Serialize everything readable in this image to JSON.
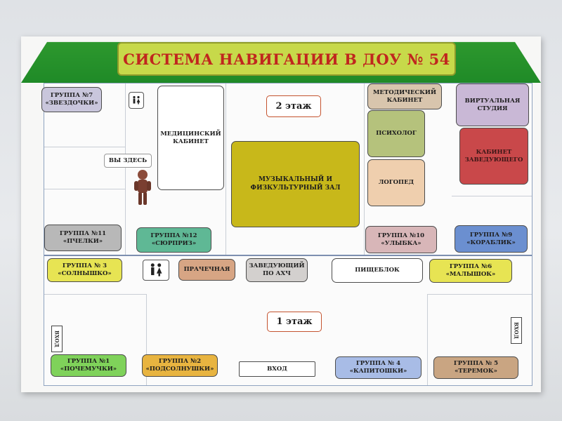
{
  "title": "СИСТЕМА НАВИГАЦИИ В ДОУ № 54",
  "floor2": {
    "label": "2 этаж",
    "you_are_here": "ВЫ ЗДЕСЬ",
    "rooms": [
      {
        "id": "g7",
        "label": "ГРУППА №7\n«ЗВЕЗДОЧКИ»",
        "color": "#c9c6dc"
      },
      {
        "id": "med",
        "label": "МЕДИЦИНСКИЙ\nКАБИНЕТ",
        "color": "#ffffff"
      },
      {
        "id": "music",
        "label": "МУЗЫКАЛЬНЫЙ И\nФИЗКУЛЬТУРНЫЙ ЗАЛ",
        "color": "#c8b81a"
      },
      {
        "id": "method",
        "label": "МЕТОДИЧЕСКИЙ\nКАБИНЕТ",
        "color": "#d8c5ad"
      },
      {
        "id": "virtual",
        "label": "ВИРТУАЛЬНАЯ\nСТУДИЯ",
        "color": "#c9b8d6"
      },
      {
        "id": "psych",
        "label": "ПСИХОЛОГ",
        "color": "#b5c27c"
      },
      {
        "id": "head",
        "label": "КАБИНЕТ\nЗАВЕДУЮЩЕГО",
        "color": "#c9484a"
      },
      {
        "id": "logo",
        "label": "ЛОГОПЕД",
        "color": "#efcfae"
      },
      {
        "id": "g11",
        "label": "ГРУППА №11\n«ПЧЕЛКИ»",
        "color": "#b8b8b8"
      },
      {
        "id": "g12",
        "label": "ГРУППА №12\n«СЮРПРИЗ»",
        "color": "#5fb895"
      },
      {
        "id": "g10",
        "label": "ГРУППА №10\n«УЛЫБКА»",
        "color": "#d8b6b8"
      },
      {
        "id": "g9",
        "label": "ГРУППА №9\n«КОРАБЛИК»",
        "color": "#6b8fd0"
      }
    ]
  },
  "floor1": {
    "label": "1 этаж",
    "rooms": [
      {
        "id": "g3",
        "label": "ГРУППА № 3\n«СОЛНЫШКО»",
        "color": "#e7e453"
      },
      {
        "id": "laundry",
        "label": "ПРАЧЕЧНАЯ",
        "color": "#d7a584"
      },
      {
        "id": "axch",
        "label": "ЗАВЕДУЮЩИЙ\nПО АХЧ",
        "color": "#d3d0ce"
      },
      {
        "id": "kitchen",
        "label": "ПИЩЕБЛОК",
        "color": "#ffffff"
      },
      {
        "id": "g6",
        "label": "ГРУППА №6\n«МАЛЫШОК»",
        "color": "#e7e453"
      },
      {
        "id": "g1",
        "label": "ГРУППА №1\n«ПОЧЕМУЧКИ»",
        "color": "#7fd25a"
      },
      {
        "id": "g2",
        "label": "ГРУППА №2\n«ПОДСОЛНУШКИ»",
        "color": "#e8b440"
      },
      {
        "id": "entry",
        "label": "ВХОД",
        "color": "#ffffff"
      },
      {
        "id": "g4",
        "label": "ГРУППА № 4\n«КАПИТОШКИ»",
        "color": "#a8bce6"
      },
      {
        "id": "g5",
        "label": "ГРУППА № 5\n«ТЕРЕМОК»",
        "color": "#c9a582"
      }
    ],
    "side_entry_left": "ВХОД",
    "side_entry_right": "ВХОД"
  },
  "icons": [
    "restroom-icon",
    "person-figure-icon"
  ]
}
